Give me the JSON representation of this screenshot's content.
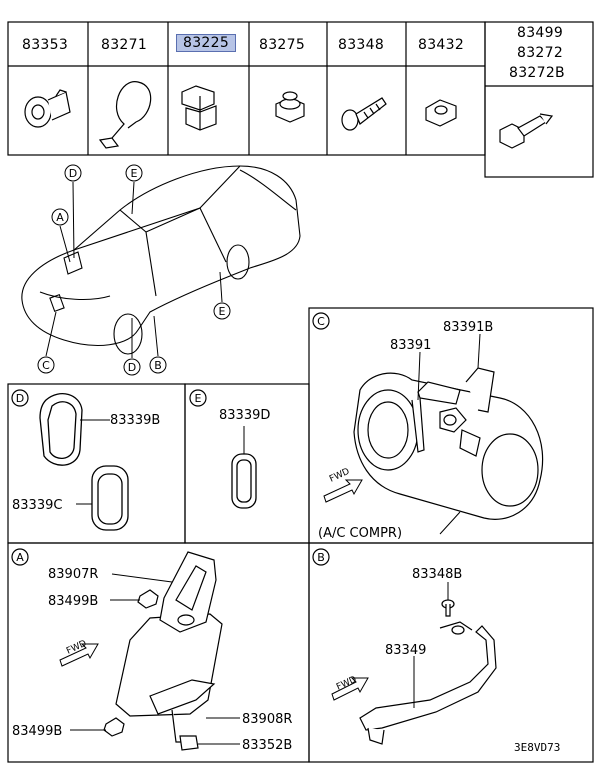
{
  "header_parts": [
    {
      "code": "83353",
      "highlighted": false
    },
    {
      "code": "83271",
      "highlighted": false
    },
    {
      "code": "83225",
      "highlighted": true
    },
    {
      "code": "83275",
      "highlighted": false
    },
    {
      "code": "83348",
      "highlighted": false
    },
    {
      "code": "83432",
      "highlighted": false
    }
  ],
  "header_last_cell": [
    "83499",
    "83272",
    "83272B"
  ],
  "car_callouts": [
    "D",
    "E",
    "A",
    "E",
    "C",
    "D",
    "B"
  ],
  "panel_C": {
    "letter": "C",
    "labels": [
      "83391B",
      "83391"
    ],
    "fwd": "FWD",
    "caption": "(A/C COMPR)"
  },
  "panel_D": {
    "letter": "D",
    "labels": [
      "83339B",
      "83339C"
    ]
  },
  "panel_E": {
    "letter": "E",
    "labels": [
      "83339D"
    ]
  },
  "panel_A": {
    "letter": "A",
    "labels": [
      "83907R",
      "83499B",
      "83499B",
      "83908R",
      "83352B"
    ],
    "fwd": "FWD"
  },
  "panel_B": {
    "letter": "B",
    "labels": [
      "83348B",
      "83349"
    ],
    "fwd": "FWD"
  },
  "diagram_code": "3E8VD73",
  "colors": {
    "highlight_fill": "#b7c4e6",
    "highlight_border": "#5a6fb0"
  }
}
